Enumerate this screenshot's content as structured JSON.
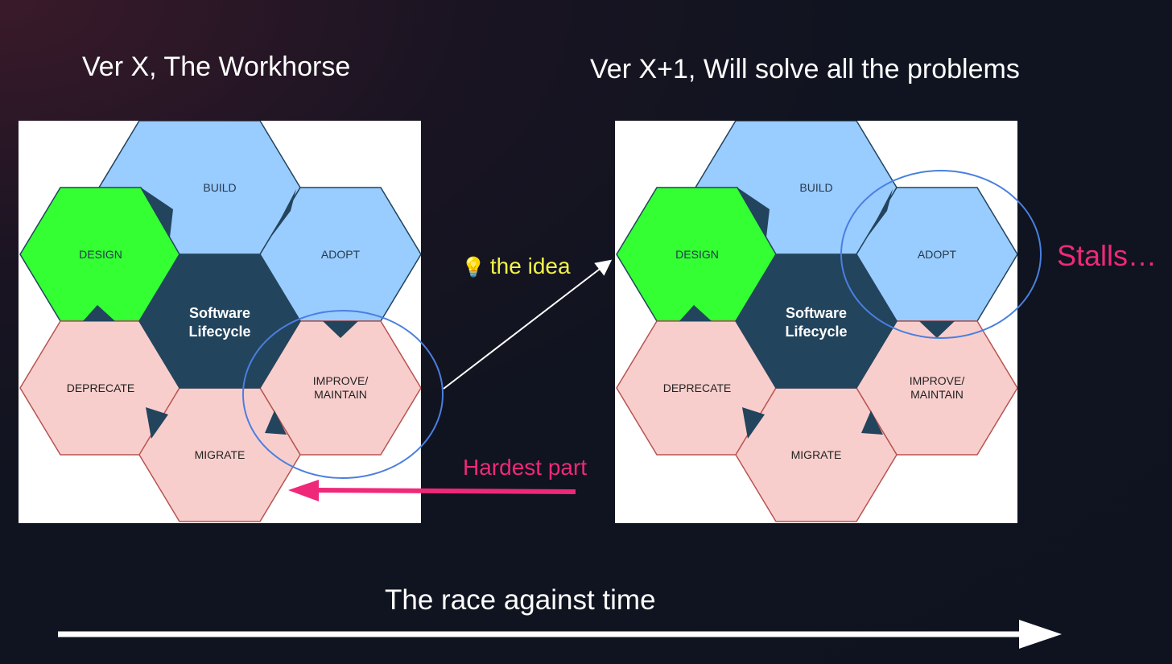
{
  "left": {
    "title": "Ver X, The Workhorse",
    "hexes": {
      "build": "BUILD",
      "design": "DESIGN",
      "adopt": "ADOPT",
      "center_line1": "Software",
      "center_line2": "Lifecycle",
      "deprecate": "DEPRECATE",
      "improve_line1": "IMPROVE/",
      "improve_line2": "MAINTAIN",
      "migrate": "MIGRATE"
    }
  },
  "right": {
    "title": "Ver X+1, Will solve all the problems",
    "hexes": {
      "build": "BUILD",
      "design": "DESIGN",
      "adopt": "ADOPT",
      "center_line1": "Software",
      "center_line2": "Lifecycle",
      "deprecate": "DEPRECATE",
      "improve_line1": "IMPROVE/",
      "improve_line2": "MAINTAIN",
      "migrate": "MIGRATE"
    }
  },
  "annotations": {
    "idea_icon": "lightbulb-icon",
    "idea": "the idea",
    "hardest": "Hardest part",
    "stalls": "Stalls…",
    "race": "The race against time"
  },
  "colors": {
    "blue_hex": "#99ccff",
    "green_hex": "#33ff33",
    "pink_hex": "#f8cecc",
    "dark_hex": "#23445d",
    "circle": "#4a7fe0",
    "accent_pink": "#f0287a",
    "idea_yellow": "#f2f24a"
  }
}
